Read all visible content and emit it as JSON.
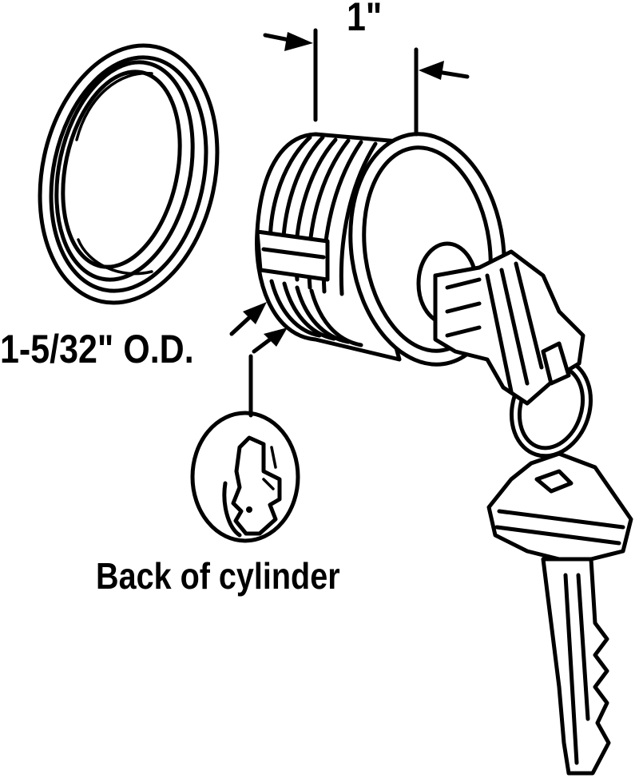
{
  "figure": {
    "dimension_width": "1\"",
    "dimension_outer_diameter": "1-5/32\" O.D.",
    "caption": "Back of cylinder"
  },
  "colors": {
    "line": "#000000",
    "fill": "#ffffff"
  },
  "icons": [
    "trim-ring",
    "mortise-cylinder",
    "keyway-back",
    "key-ring",
    "key"
  ]
}
